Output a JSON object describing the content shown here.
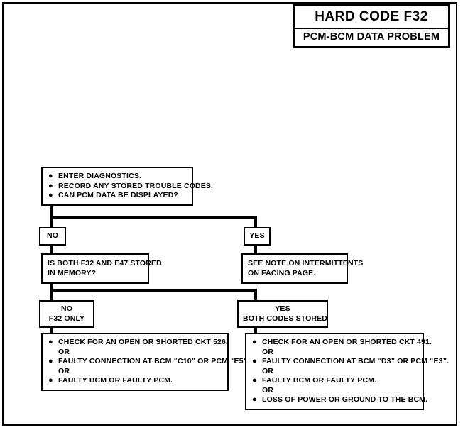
{
  "title": {
    "main": "HARD CODE F32",
    "sub": "PCM-BCM DATA PROBLEM"
  },
  "flow": {
    "start_box": {
      "bullets": [
        "ENTER DIAGNOSTICS.",
        "RECORD ANY STORED TROUBLE CODES.",
        "CAN PCM DATA BE DISPLAYED?"
      ]
    },
    "branch1_no_label": "NO",
    "branch1_yes_label": "YES",
    "question2": {
      "line1": "IS BOTH F32 AND E47 STORED",
      "line2": "IN MEMORY?"
    },
    "intermittents": {
      "line1": "SEE NOTE ON INTERMITTENTS",
      "line2": "ON FACING PAGE."
    },
    "branch2_no_label": {
      "line1": "NO",
      "line2": "F32 ONLY"
    },
    "branch2_yes_label": {
      "line1": "YES",
      "line2": "BOTH CODES STORED"
    },
    "result_left": {
      "items": [
        "CHECK FOR AN OPEN OR SHORTED CKT 526.",
        "FAULTY CONNECTION AT BCM “C10” OR PCM “E5”.",
        "FAULTY BCM OR FAULTY PCM."
      ],
      "or_label": "OR"
    },
    "result_right": {
      "items": [
        "CHECK FOR AN OPEN OR SHORTED CKT 491.",
        "FAULTY CONNECTION AT BCM “D3” OR PCM “E3”.",
        "FAULTY BCM OR FAULTY PCM.",
        "LOSS OF POWER OR GROUND TO THE BCM."
      ],
      "or_label": "OR"
    },
    "bullet_glyph": "●"
  },
  "colors": {
    "ink": "#000000",
    "paper": "#ffffff"
  }
}
